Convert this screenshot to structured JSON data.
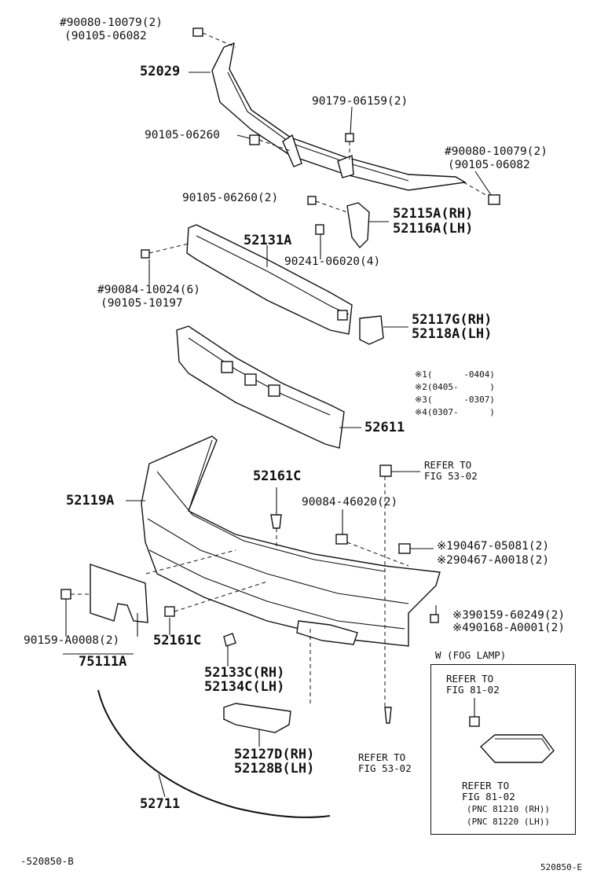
{
  "labels": {
    "p_90080_10079_top": "#90080-10079(2)",
    "p_90105_06082_top": "(90105-06082",
    "p_52029": "52029",
    "p_90179_06159": "90179-06159(2)",
    "p_90105_06260": "90105-06260",
    "p_90080_10079_right": "#90080-10079(2)",
    "p_90105_06082_right": "(90105-06082",
    "p_90105_06260_2": "90105-06260(2)",
    "p_52115A": "52115A(RH)",
    "p_52116A": "52116A(LH)",
    "p_52131A": "52131A",
    "p_90241_06020": "90241-06020(4)",
    "p_90084_10024": "#90084-10024(6)",
    "p_90105_10197": "(90105-10197",
    "p_52117G": "52117G(RH)",
    "p_52118A": "52118A(LH)",
    "p_52611": "52611",
    "p_52161C_top": "52161C",
    "p_refer_53_02_top_1": "REFER TO",
    "p_refer_53_02_top_2": "FIG 53-02",
    "p_52119A": "52119A",
    "p_90084_46020": "90084-46020(2)",
    "p_90467_05081": "※190467-05081(2)",
    "p_90467_A0018": "※290467-A0018(2)",
    "p_90159_60249": "※390159-60249(2)",
    "p_90168_A0001": "※490168-A0001(2)",
    "p_90159_A0008": "90159-A0008(2)",
    "p_52161C_bottom": "52161C",
    "p_75111A": "75111A",
    "p_52133C": "52133C(RH)",
    "p_52134C": "52134C(LH)",
    "p_52127D": "52127D(RH)",
    "p_52128B": "52128B(LH)",
    "p_refer_53_02_bottom_1": "REFER TO",
    "p_refer_53_02_bottom_2": "FIG 53-02",
    "p_52711": "52711",
    "fog_title": "W (FOG LAMP)",
    "fog_refer_1_line1": "REFER TO",
    "fog_refer_1_line2": "FIG 81-02",
    "fog_refer_2_line1": "REFER TO",
    "fog_refer_2_line2": "FIG 81-02",
    "fog_pnc_1": "(PNC 81210 (RH))",
    "fog_pnc_2": "(PNC 81220 (LH))",
    "footer_left": "-520850-B",
    "footer_right": "520850-E"
  },
  "legend": [
    "※1(      -0404)",
    "※2(0405-      )",
    "※3(      -0307)",
    "※4(0307-      )"
  ]
}
